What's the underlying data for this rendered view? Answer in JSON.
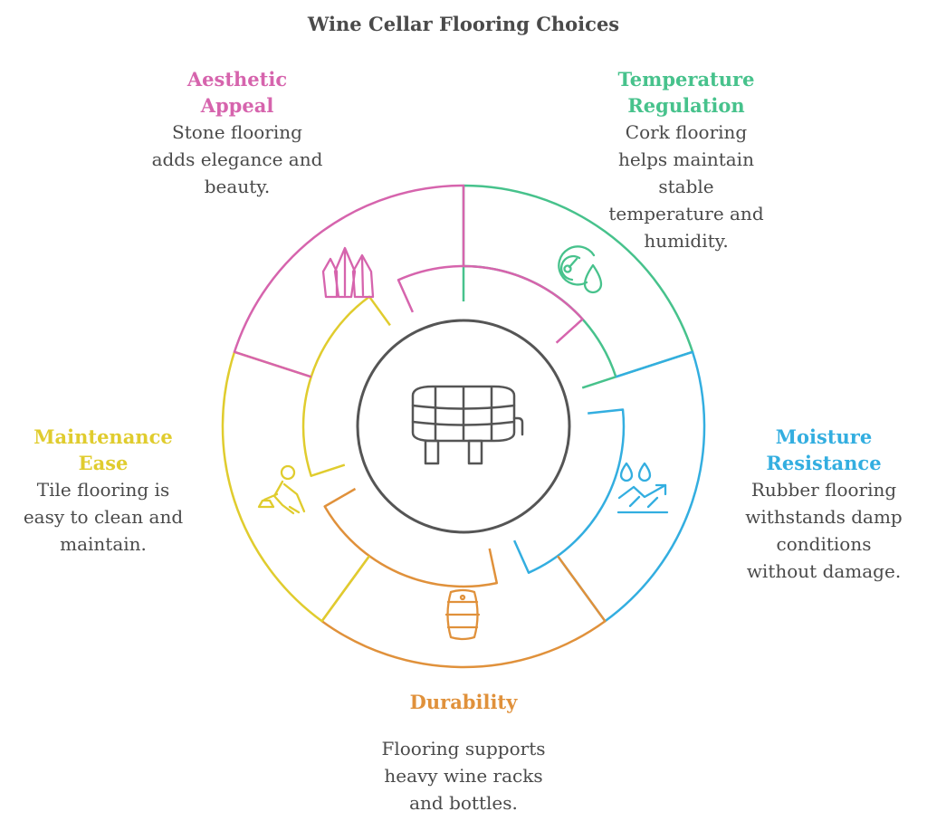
{
  "title": "Wine Cellar Flooring Choices",
  "center": {
    "icon": "wine-barrel-on-stand-icon"
  },
  "colors": {
    "aesthetic": "#d664ad",
    "temperature": "#47c28c",
    "moisture": "#33aee0",
    "durability": "#e0913b",
    "maintenance": "#e0cc2e",
    "text": "#4a4a4a",
    "center_ring": "#555555"
  },
  "segments": [
    {
      "id": "temperature",
      "title_lines": [
        "Temperature",
        "Regulation"
      ],
      "desc_lines": [
        "Cork flooring",
        "helps maintain",
        "stable",
        "temperature and",
        "humidity."
      ],
      "icon": "gauge-droplet-icon"
    },
    {
      "id": "moisture",
      "title_lines": [
        "Moisture",
        "Resistance"
      ],
      "desc_lines": [
        "Rubber flooring",
        "withstands damp",
        "conditions",
        "without damage."
      ],
      "icon": "droplets-trend-icon"
    },
    {
      "id": "durability",
      "title_lines": [
        "Durability"
      ],
      "desc_lines": [
        "Flooring supports",
        "heavy wine racks",
        "and bottles."
      ],
      "icon": "barrel-icon"
    },
    {
      "id": "maintenance",
      "title_lines": [
        "Maintenance",
        "Ease"
      ],
      "desc_lines": [
        "Tile flooring is",
        "easy to clean and",
        "maintain."
      ],
      "icon": "person-cleaning-icon"
    },
    {
      "id": "aesthetic",
      "title_lines": [
        "Aesthetic",
        "Appeal"
      ],
      "desc_lines": [
        "Stone flooring",
        "adds elegance and",
        "beauty."
      ],
      "icon": "crystals-icon"
    }
  ]
}
